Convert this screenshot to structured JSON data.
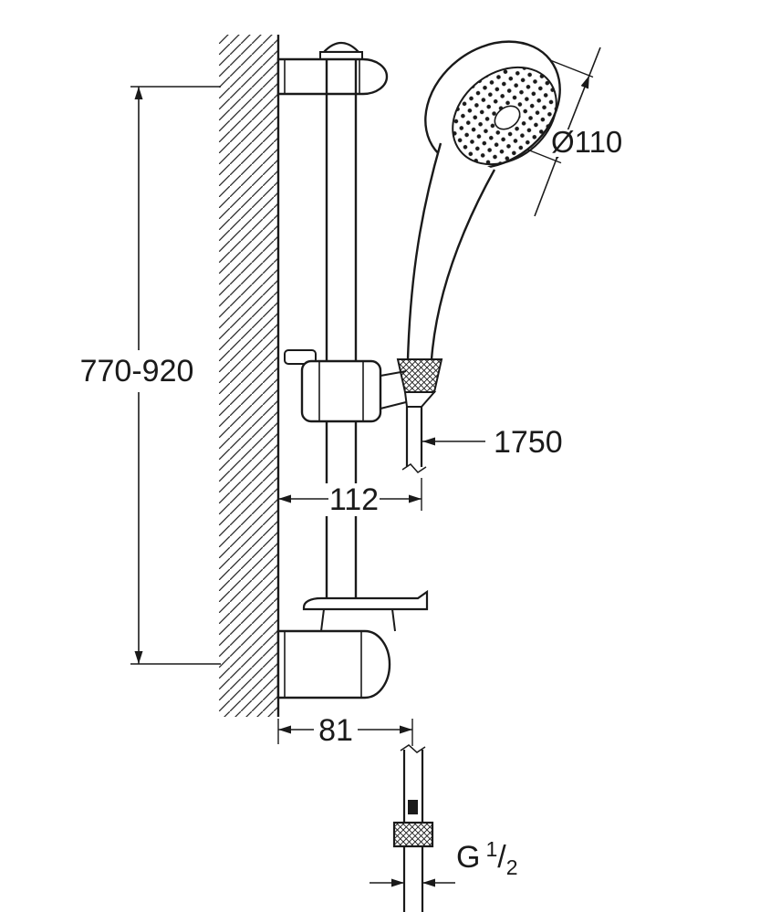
{
  "drawing": {
    "title": "Shower rail set dimensional drawing",
    "colors": {
      "ink": "#1a1a1a",
      "background": "#ffffff"
    },
    "labels": {
      "height_range": "770-920",
      "head_diameter": "Ø110",
      "hose_length": "1750",
      "slider_offset": "112",
      "bracket_offset": "81",
      "thread_prefix": "G",
      "thread_numerator": "1",
      "thread_separator": "/",
      "thread_denominator": "2"
    }
  }
}
